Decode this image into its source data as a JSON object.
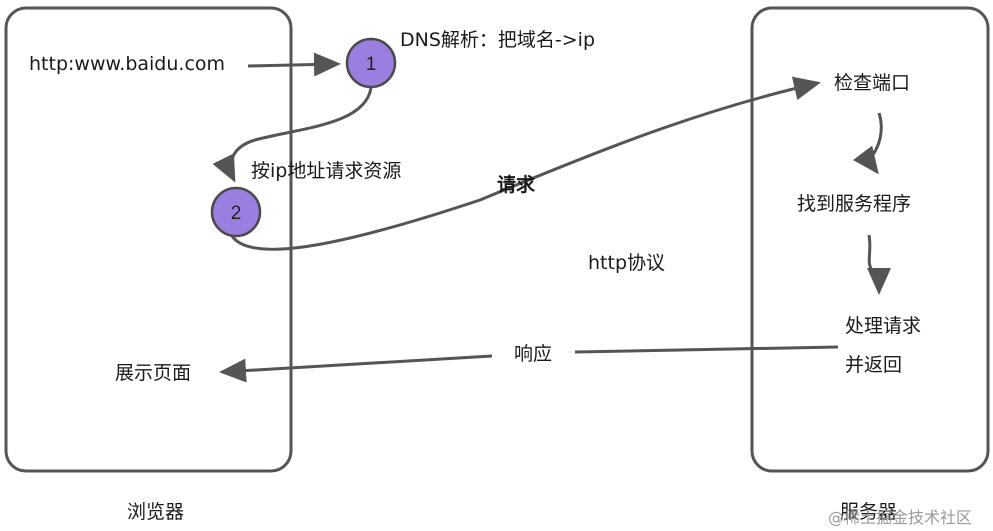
{
  "colors": {
    "stroke": "#555555",
    "node_fill": "#9b7fe0",
    "node_stroke": "#4a4a4a",
    "text": "#1a1a1a"
  },
  "nodes": {
    "n1": "1",
    "n2": "2"
  },
  "labels": {
    "url": "http:www.baidu.com",
    "dns": "DNS解析：把域名->ip",
    "request_by_ip": "按ip地址请求资源",
    "request": "请求",
    "protocol": "http协议",
    "response": "响应",
    "show_page": "展示页面",
    "check_port": "检查端口",
    "find_service": "找到服务程序",
    "process_line1": "处理请求",
    "process_line2": "并返回",
    "browser": "浏览器",
    "server": "服务器"
  },
  "watermark": "@稀土掘金技术社区"
}
